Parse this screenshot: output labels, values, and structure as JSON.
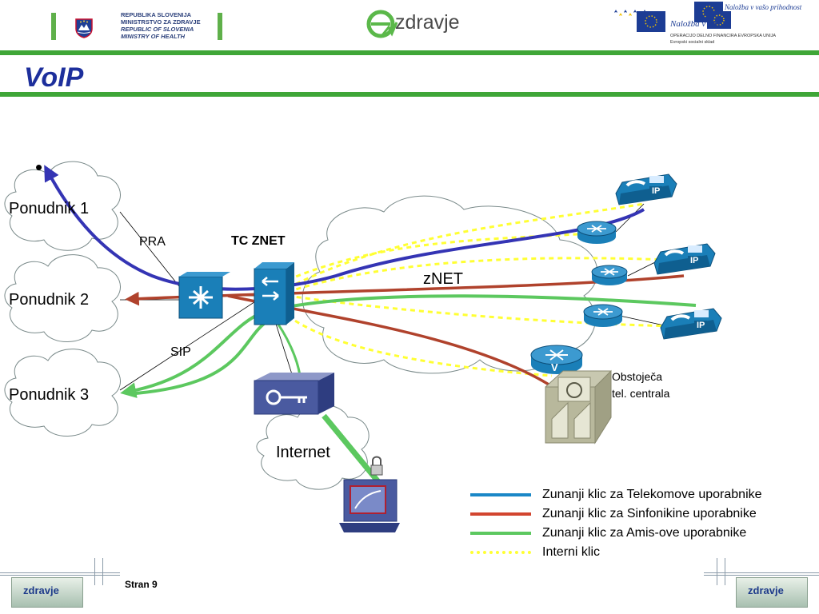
{
  "header": {
    "ministry_lines": [
      "REPUBLIKA SLOVENIJA",
      "MINISTRSTVO ZA ZDRAVJE",
      "REPUBLIC OF SLOVENIA",
      "MINISTRY OF HEALTH"
    ],
    "logo_text": "zdravje",
    "eu_slogan": "Naložba v vašo prihodnost",
    "eu_slogan_partial": "Naložba v vaš",
    "eu_op": "OPERACIJO DELNO FINANCIRA EVROPSKA UNIJA",
    "eu_fund": "Evropski socialni sklad"
  },
  "slide": {
    "title": "VoIP",
    "bullet": "•"
  },
  "diagram": {
    "providers": [
      "Ponudnik 1",
      "Ponudnik 2",
      "Ponudnik 3"
    ],
    "pra_label": "PRA",
    "sip_label": "SIP",
    "tc_label": "TC ZNET",
    "znet_label": "zNET",
    "internet_label": "Internet",
    "phone_badge": "IP",
    "pbx_label_1": "Obstoječa",
    "pbx_label_2": "tel. centrala",
    "router_v_badge": "V"
  },
  "legend": [
    {
      "label": "Zunanji klic za Telekomove uporabnike",
      "color": "#1a87c7",
      "style": "solid"
    },
    {
      "label": "Zunanji klic za Sinfonikine uporabnike",
      "color": "#d2452f",
      "style": "solid"
    },
    {
      "label": "Zunanji klic za Amis-ove uporabnike",
      "color": "#5cc85f",
      "style": "solid"
    },
    {
      "label": "Interni klic",
      "color": "#ffff33",
      "style": "dotted"
    }
  ],
  "colors": {
    "header_green": "#3fa637",
    "title_blue": "#1d2f9c",
    "path_blue": "#3434b4",
    "path_red": "#b0422c",
    "path_green": "#5cc85f",
    "path_yellow": "#ffff33",
    "device_blue": "#1a7fb8"
  },
  "footer": {
    "page_label": "Stran 9",
    "logo_text": "zdravje"
  }
}
